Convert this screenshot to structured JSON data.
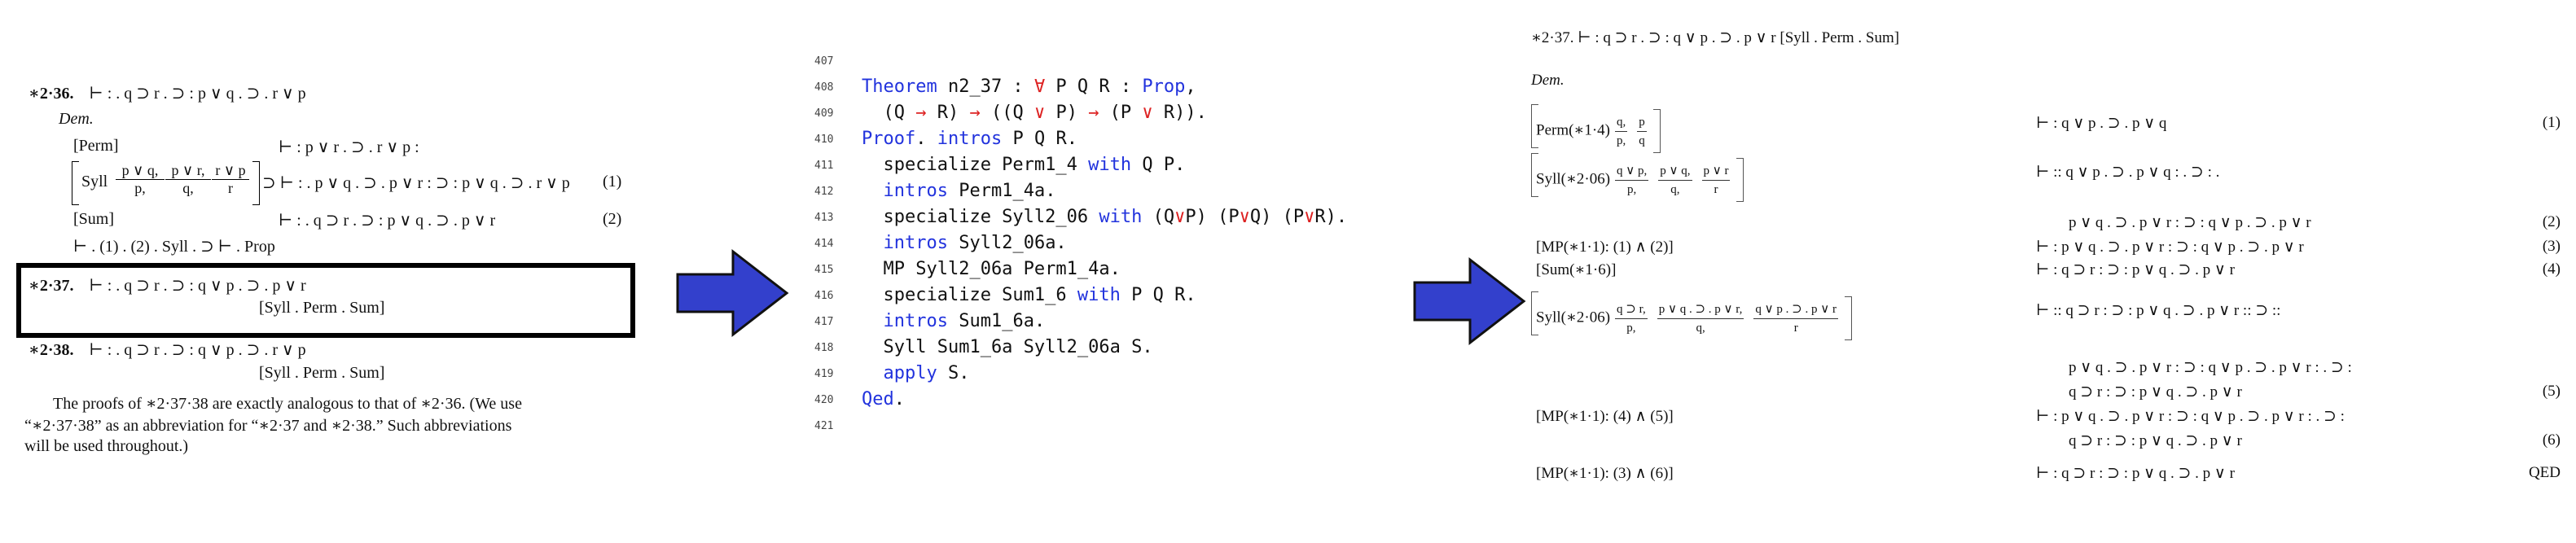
{
  "left": {
    "thm236": {
      "label": "∗2·36.",
      "formula": "⊢ : . q ⊃ r . ⊃ : p ∨ q . ⊃ . r ∨ p"
    },
    "dem": "Dem.",
    "perm_tag": "[Perm]",
    "perm_line": "⊢ : p ∨ r . ⊃ . r ∨ p :",
    "syll_tag": "Syll",
    "syll_frac": [
      {
        "top": "p ∨ q,",
        "bot": "p,"
      },
      {
        "top": "p ∨ r,",
        "bot": "q,"
      },
      {
        "top": "r ∨ p",
        "bot": "r"
      }
    ],
    "syll_line": "⊃ ⊢ : . p ∨ q . ⊃ . p ∨ r : ⊃ : p ∨ q . ⊃ . r ∨ p",
    "syll_num": "(1)",
    "sum_tag": "[Sum]",
    "sum_line": "⊢ : . q ⊃ r . ⊃ : p ∨ q . ⊃ . p ∨ r",
    "sum_num": "(2)",
    "concl_line": "⊢ . (1) . (2) . Syll . ⊃ ⊢ . Prop",
    "thm237": {
      "label": "∗2·37.",
      "formula": "⊢ : . q ⊃ r . ⊃ : q ∨ p . ⊃ . p ∨ r",
      "ref": "[Syll . Perm . Sum]"
    },
    "thm238": {
      "label": "∗2·38.",
      "formula": "⊢ : . q ⊃ r . ⊃ : q ∨ p . ⊃ . r ∨ p",
      "ref": "[Syll . Perm . Sum]"
    },
    "para": [
      "The proofs of ∗2·37·38 are exactly analogous to that of ∗2·36.  (We use",
      "“∗2·37·38” as an abbreviation for “∗2·37 and ∗2·38.”  Such abbreviations",
      "will be used throughout.)"
    ]
  },
  "code": {
    "lines": [
      {
        "n": "407",
        "segs": []
      },
      {
        "n": "408",
        "segs": [
          {
            "t": "Theorem",
            "c": "kw"
          },
          {
            "t": " n2_37 : ",
            "c": ""
          },
          {
            "t": "∀",
            "c": "red"
          },
          {
            "t": " P Q R : ",
            "c": ""
          },
          {
            "t": "Prop",
            "c": "kw"
          },
          {
            "t": ",",
            "c": ""
          }
        ]
      },
      {
        "n": "409",
        "segs": [
          {
            "t": "  (Q ",
            "c": ""
          },
          {
            "t": "→",
            "c": "red"
          },
          {
            "t": " R) ",
            "c": ""
          },
          {
            "t": "→",
            "c": "red"
          },
          {
            "t": " ((Q ",
            "c": ""
          },
          {
            "t": "∨",
            "c": "red"
          },
          {
            "t": " P) ",
            "c": ""
          },
          {
            "t": "→",
            "c": "red"
          },
          {
            "t": " (P ",
            "c": ""
          },
          {
            "t": "∨",
            "c": "red"
          },
          {
            "t": " R)).",
            "c": ""
          }
        ]
      },
      {
        "n": "410",
        "segs": [
          {
            "t": "Proof",
            "c": "kw"
          },
          {
            "t": ". ",
            "c": ""
          },
          {
            "t": "intros",
            "c": "kw"
          },
          {
            "t": " P Q R.",
            "c": ""
          }
        ]
      },
      {
        "n": "411",
        "segs": [
          {
            "t": "  specialize Perm1_4 ",
            "c": ""
          },
          {
            "t": "with",
            "c": "kw"
          },
          {
            "t": " Q P.",
            "c": ""
          }
        ]
      },
      {
        "n": "412",
        "segs": [
          {
            "t": "  ",
            "c": ""
          },
          {
            "t": "intros",
            "c": "kw"
          },
          {
            "t": " Perm1_4a.",
            "c": ""
          }
        ]
      },
      {
        "n": "413",
        "segs": [
          {
            "t": "  specialize Syll2_06 ",
            "c": ""
          },
          {
            "t": "with",
            "c": "kw"
          },
          {
            "t": " (Q",
            "c": ""
          },
          {
            "t": "∨",
            "c": "red"
          },
          {
            "t": "P) (P",
            "c": ""
          },
          {
            "t": "∨",
            "c": "red"
          },
          {
            "t": "Q) (P",
            "c": ""
          },
          {
            "t": "∨",
            "c": "red"
          },
          {
            "t": "R).",
            "c": ""
          }
        ]
      },
      {
        "n": "414",
        "segs": [
          {
            "t": "  ",
            "c": ""
          },
          {
            "t": "intros",
            "c": "kw"
          },
          {
            "t": " Syll2_06a.",
            "c": ""
          }
        ]
      },
      {
        "n": "415",
        "segs": [
          {
            "t": "  MP Syll2_06a Perm1_4a.",
            "c": ""
          }
        ]
      },
      {
        "n": "416",
        "segs": [
          {
            "t": "  specialize Sum1_6 ",
            "c": ""
          },
          {
            "t": "with",
            "c": "kw"
          },
          {
            "t": " P Q R.",
            "c": ""
          }
        ]
      },
      {
        "n": "417",
        "segs": [
          {
            "t": "  ",
            "c": ""
          },
          {
            "t": "intros",
            "c": "kw"
          },
          {
            "t": " Sum1_6a.",
            "c": ""
          }
        ]
      },
      {
        "n": "418",
        "segs": [
          {
            "t": "  Syll Sum1_6a Syll2_06a S.",
            "c": ""
          }
        ]
      },
      {
        "n": "419",
        "segs": [
          {
            "t": "  ",
            "c": ""
          },
          {
            "t": "apply",
            "c": "kw"
          },
          {
            "t": " S.",
            "c": ""
          }
        ]
      },
      {
        "n": "420",
        "segs": [
          {
            "t": "Qed",
            "c": "kw"
          },
          {
            "t": ".",
            "c": ""
          }
        ]
      },
      {
        "n": "421",
        "segs": []
      }
    ]
  },
  "right": {
    "title": "∗2·37.   ⊢ : q ⊃ r . ⊃ : q ∨ p . ⊃ . p ∨ r    [Syll . Perm . Sum]",
    "dem": "Dem.",
    "rows": [
      {
        "just": "Perm(∗1·4)",
        "frac": [
          {
            "top": "q,",
            "bot": "p,"
          },
          {
            "top": "p",
            "bot": "q"
          }
        ],
        "form": "⊢ : q ∨ p . ⊃ . p ∨ q",
        "num": "(1)"
      },
      {
        "just": "Syll(∗2·06)",
        "frac": [
          {
            "top": "q ∨ p,",
            "bot": "p,"
          },
          {
            "top": "p ∨ q,",
            "bot": "q,"
          },
          {
            "top": "p ∨ r",
            "bot": "r"
          }
        ],
        "form": "⊢ :: q ∨ p . ⊃ . p ∨ q : . ⊃ : .",
        "num": ""
      },
      {
        "just": "",
        "frac": [],
        "form": "p ∨ q . ⊃ . p ∨ r : ⊃ : q ∨ p . ⊃ . p ∨ r",
        "num": "(2)"
      },
      {
        "just": "[MP(∗1·1): (1) ∧ (2)]",
        "frac": [],
        "form": "⊢ : p ∨ q . ⊃ . p ∨ r : ⊃ : q ∨ p . ⊃ . p ∨ r",
        "num": "(3)"
      },
      {
        "just": "[Sum(∗1·6)]",
        "frac": [],
        "form": "⊢ : q ⊃ r : ⊃ : p ∨ q . ⊃ . p ∨ r",
        "num": "(4)"
      },
      {
        "just": "Syll(∗2·06)",
        "frac": [
          {
            "top": "q ⊃ r,",
            "bot": "p,"
          },
          {
            "top": "p ∨ q . ⊃ . p ∨ r,",
            "bot": "q,"
          },
          {
            "top": "q ∨ p . ⊃ . p ∨ r",
            "bot": "r"
          }
        ],
        "form": "⊢ :: q ⊃ r : ⊃ : p ∨ q . ⊃ . p ∨ r :: ⊃ ::",
        "num": ""
      },
      {
        "just": "",
        "frac": [],
        "form": "p ∨ q . ⊃ . p ∨ r : ⊃ : q ∨ p . ⊃ . p ∨ r : . ⊃ :",
        "num": ""
      },
      {
        "just": "",
        "frac": [],
        "form": "q ⊃ r : ⊃ : p ∨ q . ⊃ . p ∨ r",
        "num": "(5)"
      },
      {
        "just": "[MP(∗1·1): (4) ∧ (5)]",
        "frac": [],
        "form": "⊢ : p ∨ q . ⊃ . p ∨ r : ⊃ : q ∨ p . ⊃ . p ∨ r : . ⊃ :",
        "num": ""
      },
      {
        "just": "",
        "frac": [],
        "form": "q ⊃ r : ⊃ : p ∨ q . ⊃ . p ∨ r",
        "num": "(6)"
      },
      {
        "just": "[MP(∗1·1): (3) ∧ (6)]",
        "frac": [],
        "form": "⊢ : q ⊃ r : ⊃ : p ∨ q . ⊃ . p ∨ r",
        "num": "QED"
      }
    ]
  },
  "colors": {
    "keyword": "#2233dd",
    "symbol": "#dd2222",
    "arrow_fill": "#3340cc"
  }
}
